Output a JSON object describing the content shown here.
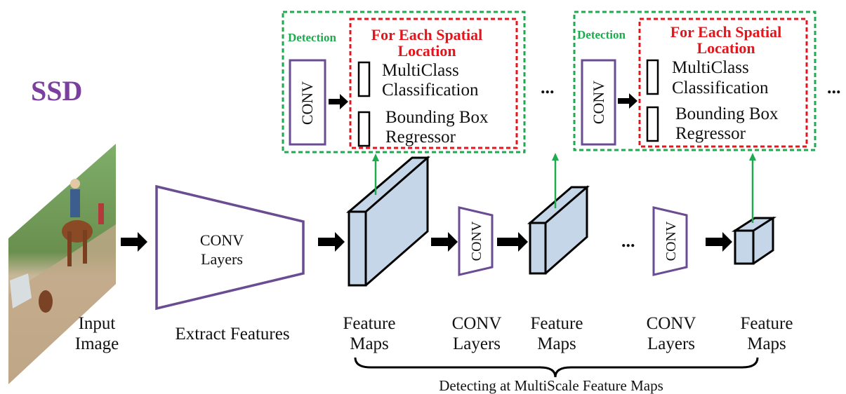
{
  "title": "SSD",
  "colors": {
    "title": "#7b3fa0",
    "conv_stroke": "#6a4c93",
    "feature_fill": "#c5d6e8",
    "detection_green": "#1faa4f",
    "spatial_red": "#e8141b",
    "arrow": "#000000"
  },
  "labels": {
    "input_image": [
      "Input",
      "Image"
    ],
    "extract_features": "Extract Features",
    "conv_layers_main": [
      "CONV",
      "Layers"
    ],
    "conv_small": "CONV",
    "feature_maps": [
      "Feature",
      "Maps"
    ],
    "conv_layers": [
      "CONV",
      "Layers"
    ],
    "ellipsis": "...",
    "bottom_caption": "Detecting at MultiScale Feature Maps"
  },
  "detection_panel": {
    "detection": "Detection",
    "conv": "CONV",
    "heading": [
      "For Each Spatial",
      "Location"
    ],
    "items": [
      [
        "MultiClass",
        "Classification"
      ],
      [
        "Bounding Box",
        "Regressor"
      ]
    ]
  }
}
